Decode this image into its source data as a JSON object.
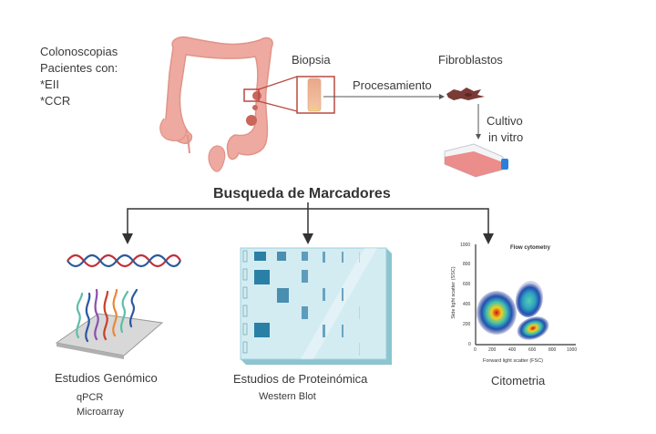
{
  "intro": {
    "lines": [
      "Colonoscopias",
      "Pacientes con:",
      "*EII",
      "*CCR"
    ]
  },
  "steps": {
    "biopsy_label": "Biopsia",
    "processing_label": "Procesamiento",
    "fibroblasts_label": "Fibroblastos",
    "culture_label_line1": "Cultivo",
    "culture_label_line2": "in vitro"
  },
  "search": {
    "title": "Busqueda de Marcadores"
  },
  "branches": {
    "genomic": {
      "title": "Estudios Genómico",
      "methods": [
        "qPCR",
        "Microarray"
      ]
    },
    "proteomic": {
      "title": "Estudios de Proteinómica",
      "methods": [
        "Western Blot"
      ]
    },
    "cytometry": {
      "title": "Citometria",
      "plot": {
        "title": "Flow cytometry",
        "xlabel": "Forward light scatter (FSC)",
        "ylabel": "Side light scatter (SSC)",
        "xticks": [
          "0",
          "200",
          "400",
          "600",
          "800",
          "1000"
        ],
        "yticks": [
          "0",
          "200",
          "400",
          "600",
          "800",
          "1000"
        ]
      }
    }
  },
  "colors": {
    "colon": "#eeaaa0",
    "accent_red": "#c0504d",
    "blot_bg": "#d3ecf2",
    "blot_band": "#2a7fa5",
    "arrow": "#333333"
  }
}
